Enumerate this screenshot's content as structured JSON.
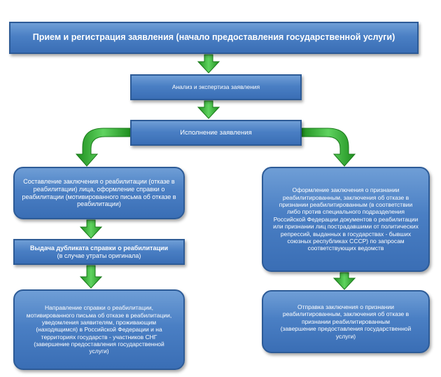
{
  "diagram": {
    "top": "Прием и регистрация заявления (начало предоставления государственной услуги)",
    "analysis": "Анализ и экспертиза заявления",
    "execution": "Исполнение заявления",
    "left_step1": "Составление заключения о реабилитации (отказе в реабилитации) лица, оформление справки о реабилитации (мотивированного письма об отказе в реабилитации)",
    "left_step2_title": "Выдача дубликата справки о реабилитации",
    "left_step2_note": "(в случае утраты оригинала)",
    "left_step3_main": "Направление справки о реабилитации, мотивированного письма об отказе в реабилитации, уведомления заявителям, проживающим (находящимся) в Российской Федерации и на территориях государств - участников СНГ",
    "left_step3_note": "(завершение предоставления государственной услуги)",
    "right_step1": "Оформление заключения о признании реабилитированным, заключения об отказе в признании реабилитированным (в соответствии либо против специального подразделения Российской Федерации документов о реабилитации или признании лиц пострадавшими от политических репрессий, выданных в государствах - бывших союзных республиках СССР) по запросам соответствующих ведомств",
    "right_step2_main": "Отправка заключения о признании реабилитированным, заключения об отказе в признании реабилитированным",
    "right_step2_note": "(завершение предоставления государственной услуги)"
  },
  "colors": {
    "box_fill": "#4a7fc4",
    "box_border": "#2d5b97",
    "arrow_fill": "#2fae2f",
    "arrow_border": "#1a7a1a"
  }
}
